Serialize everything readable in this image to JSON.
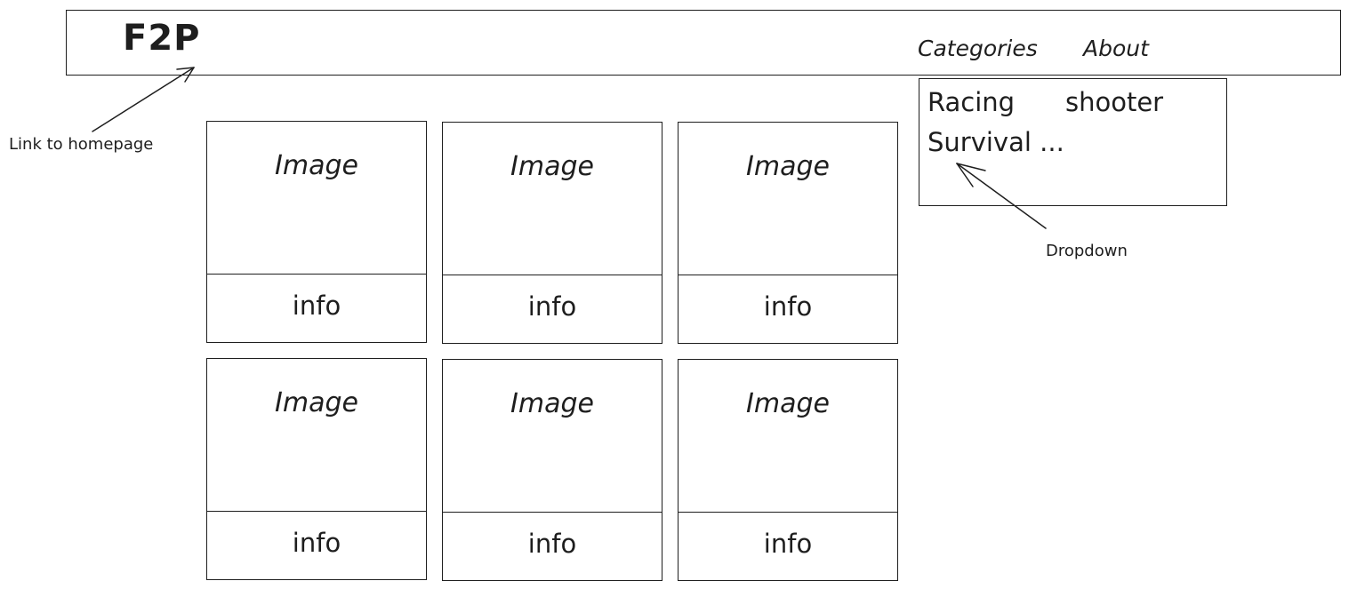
{
  "navbar": {
    "logo": "F2P",
    "links": [
      "Categories",
      "About"
    ]
  },
  "dropdown": {
    "items": [
      "Racing",
      "shooter",
      "Survival ..."
    ]
  },
  "cards": [
    {
      "image_label": "Image",
      "info_label": "info"
    },
    {
      "image_label": "Image",
      "info_label": "info"
    },
    {
      "image_label": "Image",
      "info_label": "info"
    },
    {
      "image_label": "Image",
      "info_label": "info"
    },
    {
      "image_label": "Image",
      "info_label": "info"
    },
    {
      "image_label": "Image",
      "info_label": "info"
    }
  ],
  "annotations": {
    "homepage": "Link to homepage",
    "dropdown": "Dropdown"
  }
}
